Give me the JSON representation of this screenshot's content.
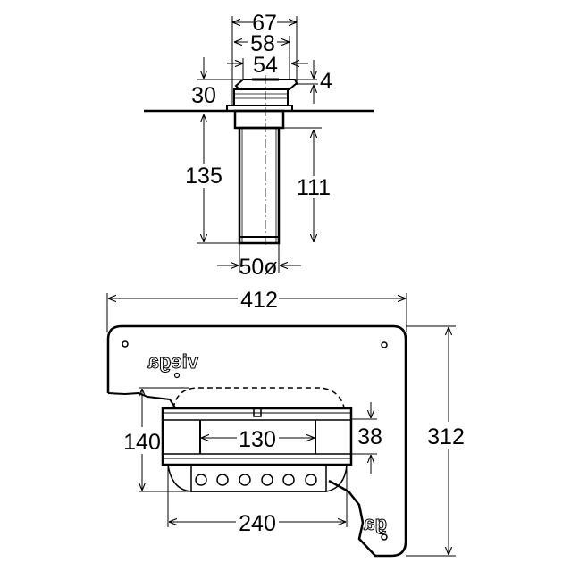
{
  "drawing": {
    "top_view": {
      "dimensions": {
        "d67": "67",
        "d58": "58",
        "d54": "54",
        "d4": "4",
        "d30": "30",
        "d135": "135",
        "d111": "111",
        "d50": "50ø"
      }
    },
    "plan_view": {
      "dimensions": {
        "d412": "412",
        "d312": "312",
        "d140": "140",
        "d130": "130",
        "d38": "38",
        "d240": "240"
      },
      "logo_text": "viega",
      "logo_text_partial": "ga"
    }
  }
}
